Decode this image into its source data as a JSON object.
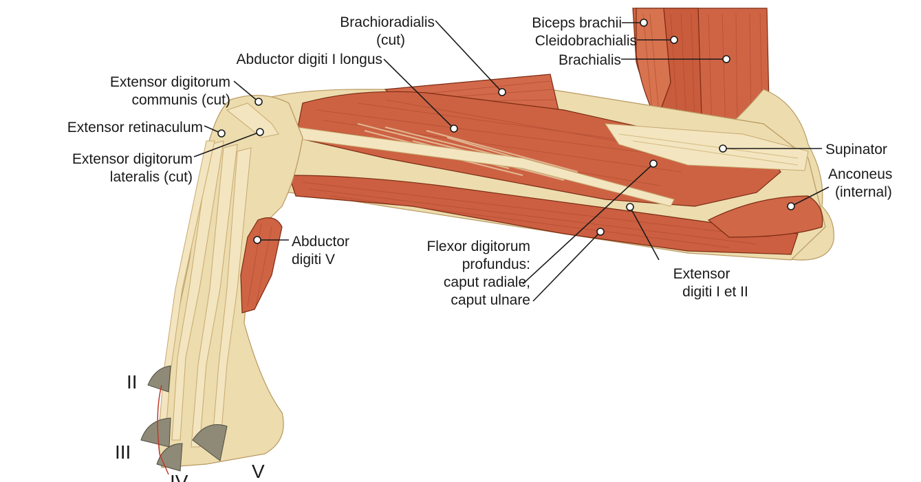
{
  "labels": {
    "biceps_brachii": "Biceps brachii",
    "cleidobrachialis": "Cleidobrachialis",
    "brachialis": "Brachialis",
    "brachioradialis_1": "Brachioradialis",
    "brachioradialis_2": "(cut)",
    "abductor_digiti_i_longus": "Abductor digiti I longus",
    "ext_dig_communis_1": "Extensor digitorum",
    "ext_dig_communis_2": "communis (cut)",
    "extensor_retinaculum": "Extensor retinaculum",
    "ext_dig_lateralis_1": "Extensor digitorum",
    "ext_dig_lateralis_2": "lateralis (cut)",
    "supinator": "Supinator",
    "anconeus_1": "Anconeus",
    "anconeus_2": "(internal)",
    "abductor_digiti_v_1": "Abductor",
    "abductor_digiti_v_2": "digiti V",
    "flexor_1": "Flexor digitorum",
    "flexor_2": "profundus:",
    "flexor_3": "caput radiale,",
    "flexor_4": "caput ulnare",
    "extensor_digiti_1": "Extensor",
    "extensor_digiti_2": "digiti I et II"
  },
  "digits": [
    "II",
    "III",
    "IV",
    "V"
  ],
  "colors": {
    "muscle": "#d2694a",
    "muscle_dark": "#b9512f",
    "bone": "#ecdcae",
    "tendon": "#f3e5bf",
    "claw": "#8f8a78",
    "outline": "#c0392b"
  }
}
